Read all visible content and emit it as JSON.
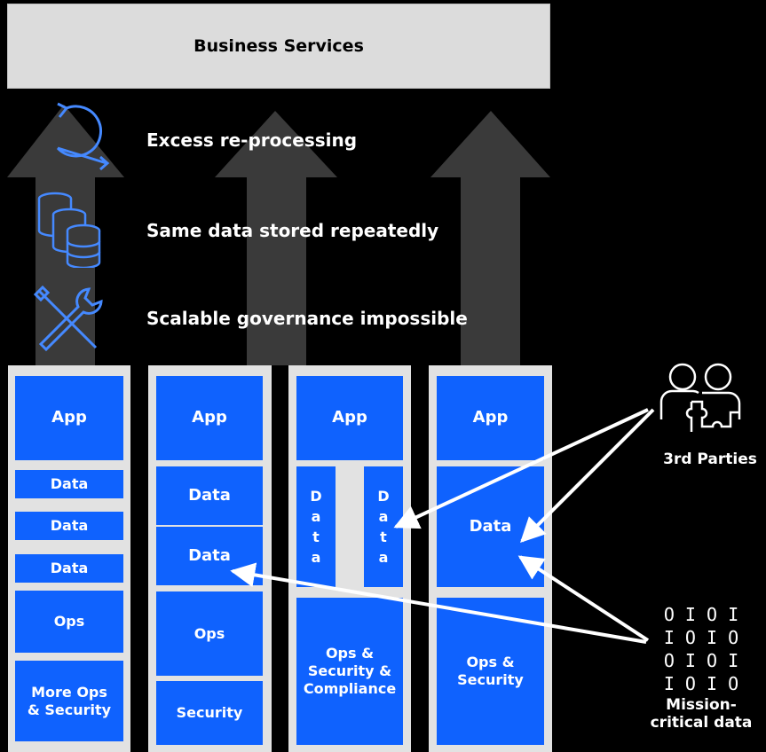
{
  "banner": {
    "label": "Business Services"
  },
  "issues": [
    {
      "label": "Excess re-processing",
      "icon": "cycle-icon"
    },
    {
      "label": "Same data stored repeatedly",
      "icon": "database-stack-icon"
    },
    {
      "label": "Scalable governance impossible",
      "icon": "tools-icon"
    }
  ],
  "stacks": [
    {
      "app": "App",
      "data1": "Data",
      "data2": "Data",
      "data3": "Data",
      "ops": "Ops",
      "security": "More Ops & Security"
    },
    {
      "app": "App",
      "data1": "Data",
      "data2": "Data",
      "ops": "Ops",
      "security": "Security"
    },
    {
      "app": "App",
      "data_left": [
        "D",
        "a",
        "t",
        "a"
      ],
      "data_right": [
        "D",
        "a",
        "t",
        "a"
      ],
      "ops": "Ops & Security & Compliance"
    },
    {
      "app": "App",
      "data": "Data",
      "ops": "Ops & Security"
    }
  ],
  "external": {
    "third_parties": "3rd Parties",
    "mission_critical": "Mission-critical data",
    "binary_rows": [
      "O I O I",
      "I O I O",
      "O I O I",
      "I O I O"
    ]
  },
  "colors": {
    "block": "#0f62fe",
    "icon": "#4589ff",
    "arrow": "#3a3a3a",
    "panel": "#e2e2e2"
  }
}
